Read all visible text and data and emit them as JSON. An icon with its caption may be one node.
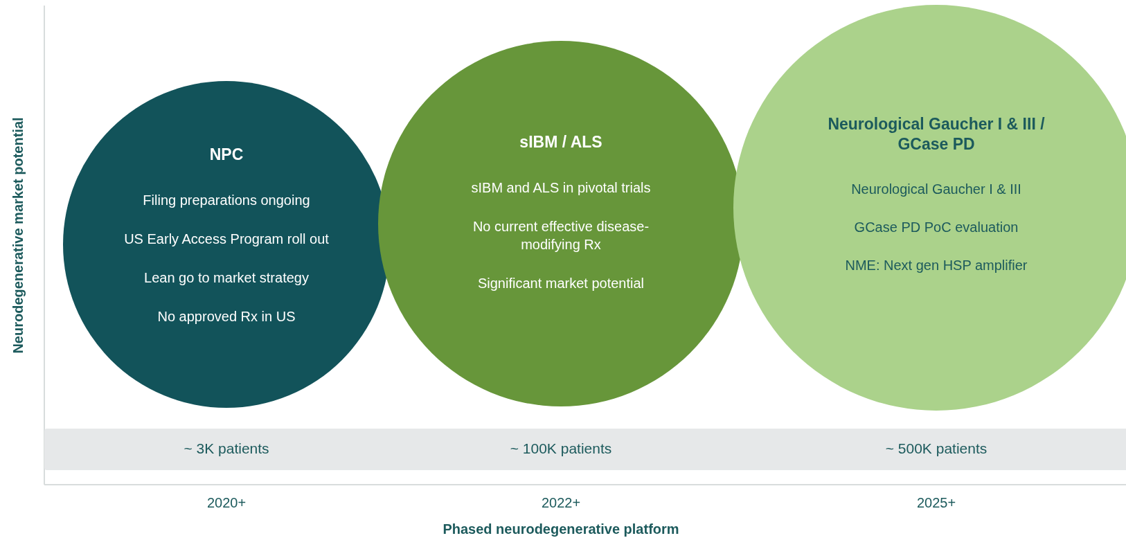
{
  "diagram": {
    "nodes": [
      {
        "text": [
          "NPC",
          "Filing preparations ongoing",
          "US Early Access Program roll out",
          "Lean go to market strategy",
          "No approved Rx in US"
        ]
      },
      {
        "text": [
          "sIBM / ALS",
          "sIBM and ALS in pivotal trials",
          "No current effective disease-modifying Rx",
          "Significant market potential"
        ]
      },
      {
        "text": [
          "Neurological Gaucher I & III / GCase PD",
          "Neurological Gaucher I & III",
          "GCase PD PoC evaluation",
          "NME: Next gen HSP amplifier"
        ]
      },
      {
        "text": [
          "~ 3K patients",
          "~ 100K patients",
          "~ 500K patients"
        ]
      }
    ],
    "labels": [
      "Neurodegenerative market potential",
      "2020+",
      "2022+",
      "2025+",
      "Phased neurodegenerative platform"
    ]
  }
}
